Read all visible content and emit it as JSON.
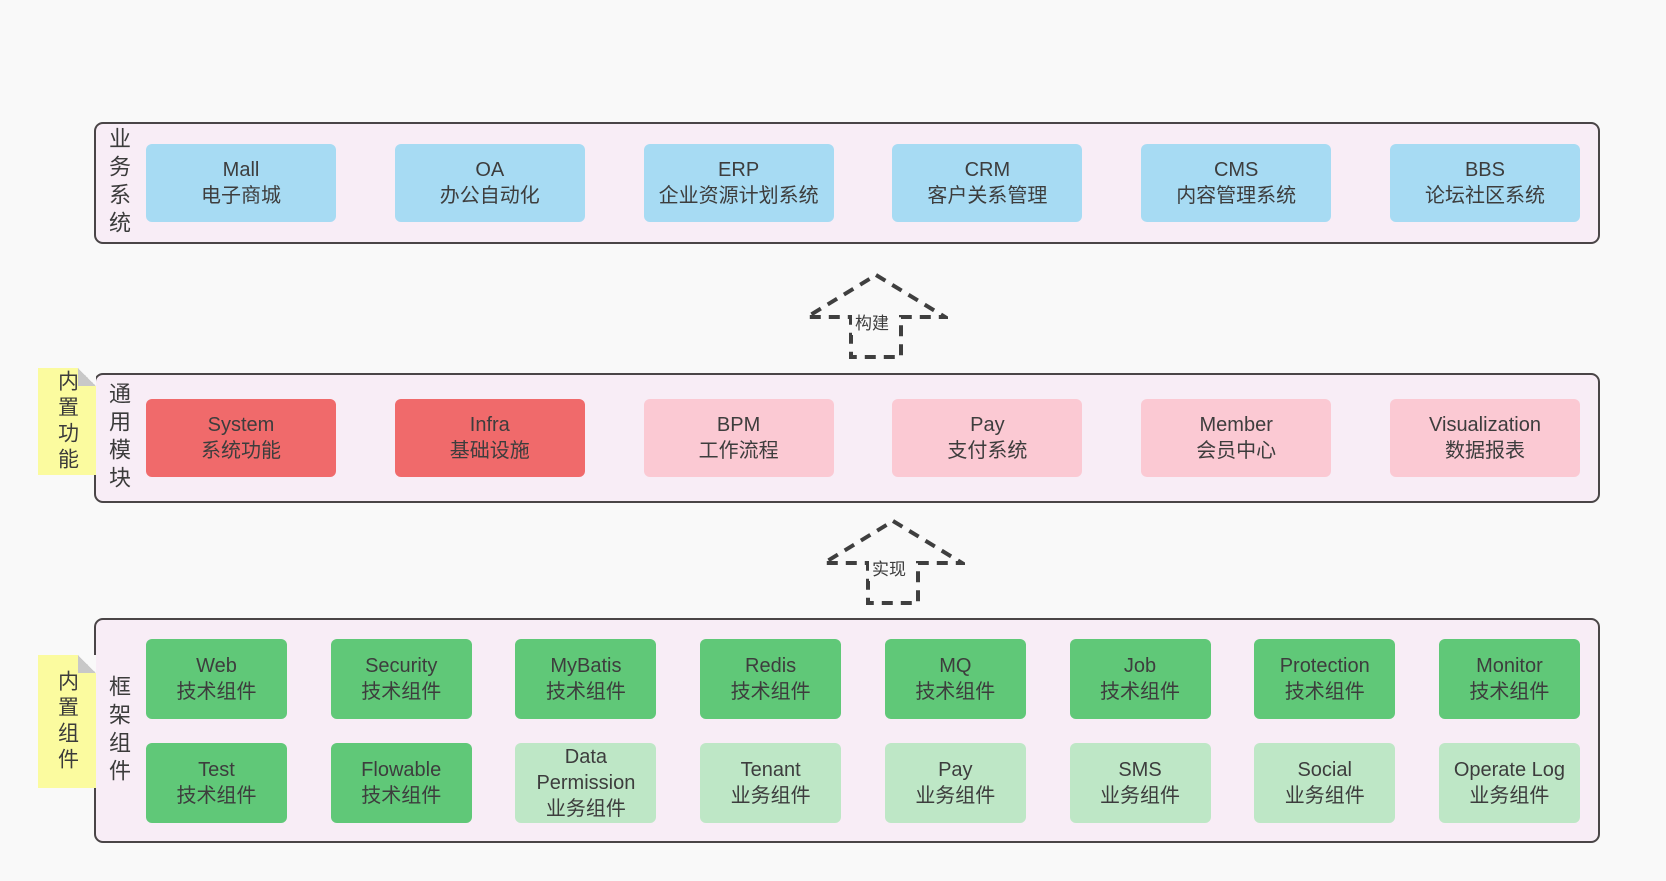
{
  "page": {
    "background": "#f9f9f9",
    "container_fill": "#f8edf6",
    "container_border": "#4a4547"
  },
  "colors": {
    "blue": "#a7dbf3",
    "red": "#f06a6b",
    "pink": "#fbc9d3",
    "green": "#60c878",
    "lightgreen": "#bee7c6",
    "note_yellow": "#fbfb9f",
    "text": "#3d3d3d"
  },
  "arrows": [
    {
      "label": "构建"
    },
    {
      "label": "实现"
    }
  ],
  "layers": [
    {
      "id": "business-systems",
      "label": "业务系统",
      "note": null,
      "rows": [
        [
          {
            "name": "Mall",
            "desc": "电子商城",
            "type": "blue"
          },
          {
            "name": "OA",
            "desc": "办公自动化",
            "type": "blue"
          },
          {
            "name": "ERP",
            "desc": "企业资源计划系统",
            "type": "blue"
          },
          {
            "name": "CRM",
            "desc": "客户关系管理",
            "type": "blue"
          },
          {
            "name": "CMS",
            "desc": "内容管理系统",
            "type": "blue"
          },
          {
            "name": "BBS",
            "desc": "论坛社区系统",
            "type": "blue"
          }
        ]
      ]
    },
    {
      "id": "common-modules",
      "label": "通用模块",
      "note": "内置功能",
      "rows": [
        [
          {
            "name": "System",
            "desc": "系统功能",
            "type": "red"
          },
          {
            "name": "Infra",
            "desc": "基础设施",
            "type": "red"
          },
          {
            "name": "BPM",
            "desc": "工作流程",
            "type": "pink"
          },
          {
            "name": "Pay",
            "desc": "支付系统",
            "type": "pink"
          },
          {
            "name": "Member",
            "desc": "会员中心",
            "type": "pink"
          },
          {
            "name": "Visualization",
            "desc": "数据报表",
            "type": "pink"
          }
        ]
      ]
    },
    {
      "id": "framework-components",
      "label": "框架组件",
      "note": "内置组件",
      "rows": [
        [
          {
            "name": "Web",
            "desc": "技术组件",
            "type": "green"
          },
          {
            "name": "Security",
            "desc": "技术组件",
            "type": "green"
          },
          {
            "name": "MyBatis",
            "desc": "技术组件",
            "type": "green"
          },
          {
            "name": "Redis",
            "desc": "技术组件",
            "type": "green"
          },
          {
            "name": "MQ",
            "desc": "技术组件",
            "type": "green"
          },
          {
            "name": "Job",
            "desc": "技术组件",
            "type": "green"
          },
          {
            "name": "Protection",
            "desc": "技术组件",
            "type": "green"
          },
          {
            "name": "Monitor",
            "desc": "技术组件",
            "type": "green"
          }
        ],
        [
          {
            "name": "Test",
            "desc": "技术组件",
            "type": "green"
          },
          {
            "name": "Flowable",
            "desc": "技术组件",
            "type": "green"
          },
          {
            "name": "Data Permission",
            "desc": "业务组件",
            "type": "lightgreen"
          },
          {
            "name": "Tenant",
            "desc": "业务组件",
            "type": "lightgreen"
          },
          {
            "name": "Pay",
            "desc": "业务组件",
            "type": "lightgreen"
          },
          {
            "name": "SMS",
            "desc": "业务组件",
            "type": "lightgreen"
          },
          {
            "name": "Social",
            "desc": "业务组件",
            "type": "lightgreen"
          },
          {
            "name": "Operate Log",
            "desc": "业务组件",
            "type": "lightgreen"
          }
        ]
      ]
    }
  ]
}
